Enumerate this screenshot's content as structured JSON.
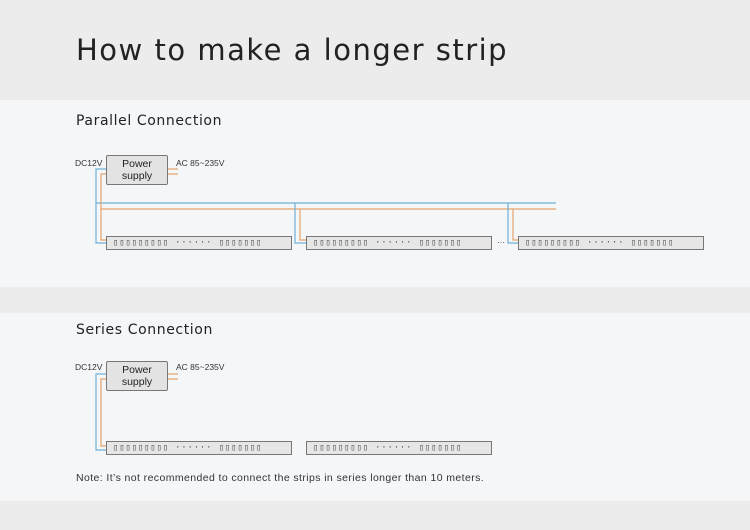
{
  "title": "How to make a longer strip",
  "parallel": {
    "heading": "Parallel Connection",
    "dc_label": "DC12V",
    "ac_label": "AC 85~235V",
    "psu_line1": "Power",
    "psu_line2": "supply",
    "strip_text": "▯▯▯▯▯▯▯▯▯ ······ ▯▯▯▯▯▯▯",
    "between_dots": "···"
  },
  "series": {
    "heading": "Series Connection",
    "dc_label": "DC12V",
    "ac_label": "AC 85~235V",
    "psu_line1": "Power",
    "psu_line2": "supply",
    "strip_text": "▯▯▯▯▯▯▯▯▯ ······ ▯▯▯▯▯▯▯"
  },
  "note": "Note: It’s not recommended to connect the strips in series longer than 10 meters.",
  "colors": {
    "positive_wire": "#6fb0d6",
    "negative_wire": "#e3a36b",
    "section_bg": "#f5f6f8",
    "band_bg": "#ececec"
  }
}
